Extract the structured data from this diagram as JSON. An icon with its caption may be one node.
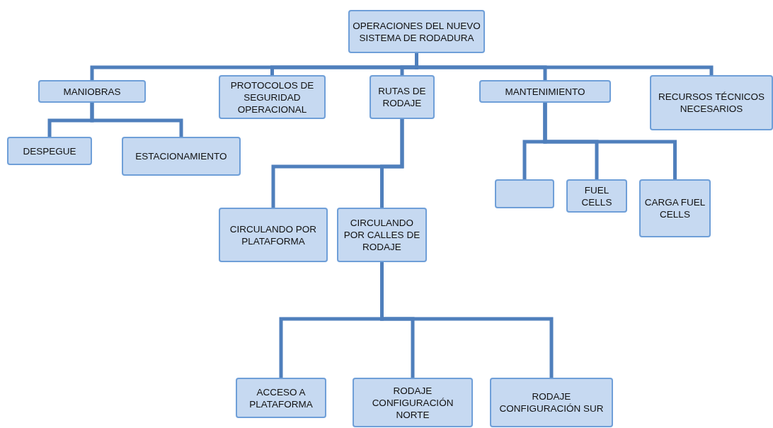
{
  "diagram": {
    "nodes": [
      {
        "text": [
          "OPERACIONES DEL NUEVO SISTEMA DE RODADURA"
        ]
      },
      {
        "text": [
          "MANIOBRAS"
        ]
      },
      {
        "text": [
          "PROTOCOLOS DE SEGURIDAD OPERACIONAL"
        ]
      },
      {
        "text": [
          "RUTAS DE RODAJE"
        ]
      },
      {
        "text": [
          "MANTENIMIENTO"
        ]
      },
      {
        "text": [
          "RECURSOS TÉCNICOS NECESARIOS"
        ]
      },
      {
        "text": [
          "DESPEGUE"
        ]
      },
      {
        "text": [
          "ESTACIONAMIENTO"
        ]
      },
      {
        "text": [
          "CIRCULANDO POR PLATAFORMA"
        ]
      },
      {
        "text": [
          "CIRCULANDO POR CALLES DE RODAJE"
        ]
      },
      {
        "text": [],
        "shape": "box"
      },
      {
        "text": [
          "FUEL CELLS"
        ]
      },
      {
        "text": [
          "CARGA FUEL CELLS"
        ]
      },
      {
        "text": [
          "ACCESO A PLATAFORMA"
        ]
      },
      {
        "text": [
          "RODAJE CONFIGURACIÓN NORTE"
        ]
      },
      {
        "text": [
          "RODAJE CONFIGURACIÓN SUR"
        ]
      }
    ],
    "edges": [
      {
        "from": 0,
        "to": 1,
        "arrow": "none"
      },
      {
        "from": 0,
        "to": 2,
        "arrow": "none"
      },
      {
        "from": 0,
        "to": 3,
        "arrow": "none"
      },
      {
        "from": 0,
        "to": 4,
        "arrow": "none"
      },
      {
        "from": 0,
        "to": 5,
        "arrow": "none"
      },
      {
        "from": 1,
        "to": 6,
        "arrow": "none"
      },
      {
        "from": 1,
        "to": 7,
        "arrow": "none"
      },
      {
        "from": 3,
        "to": 8,
        "arrow": "none"
      },
      {
        "from": 3,
        "to": 9,
        "arrow": "none"
      },
      {
        "from": 4,
        "to": 10,
        "arrow": "none"
      },
      {
        "from": 4,
        "to": 11,
        "arrow": "none"
      },
      {
        "from": 4,
        "to": 12,
        "arrow": "none"
      },
      {
        "from": 9,
        "to": 13,
        "arrow": "none"
      },
      {
        "from": 9,
        "to": 14,
        "arrow": "none"
      },
      {
        "from": 9,
        "to": 15,
        "arrow": "none"
      }
    ]
  }
}
